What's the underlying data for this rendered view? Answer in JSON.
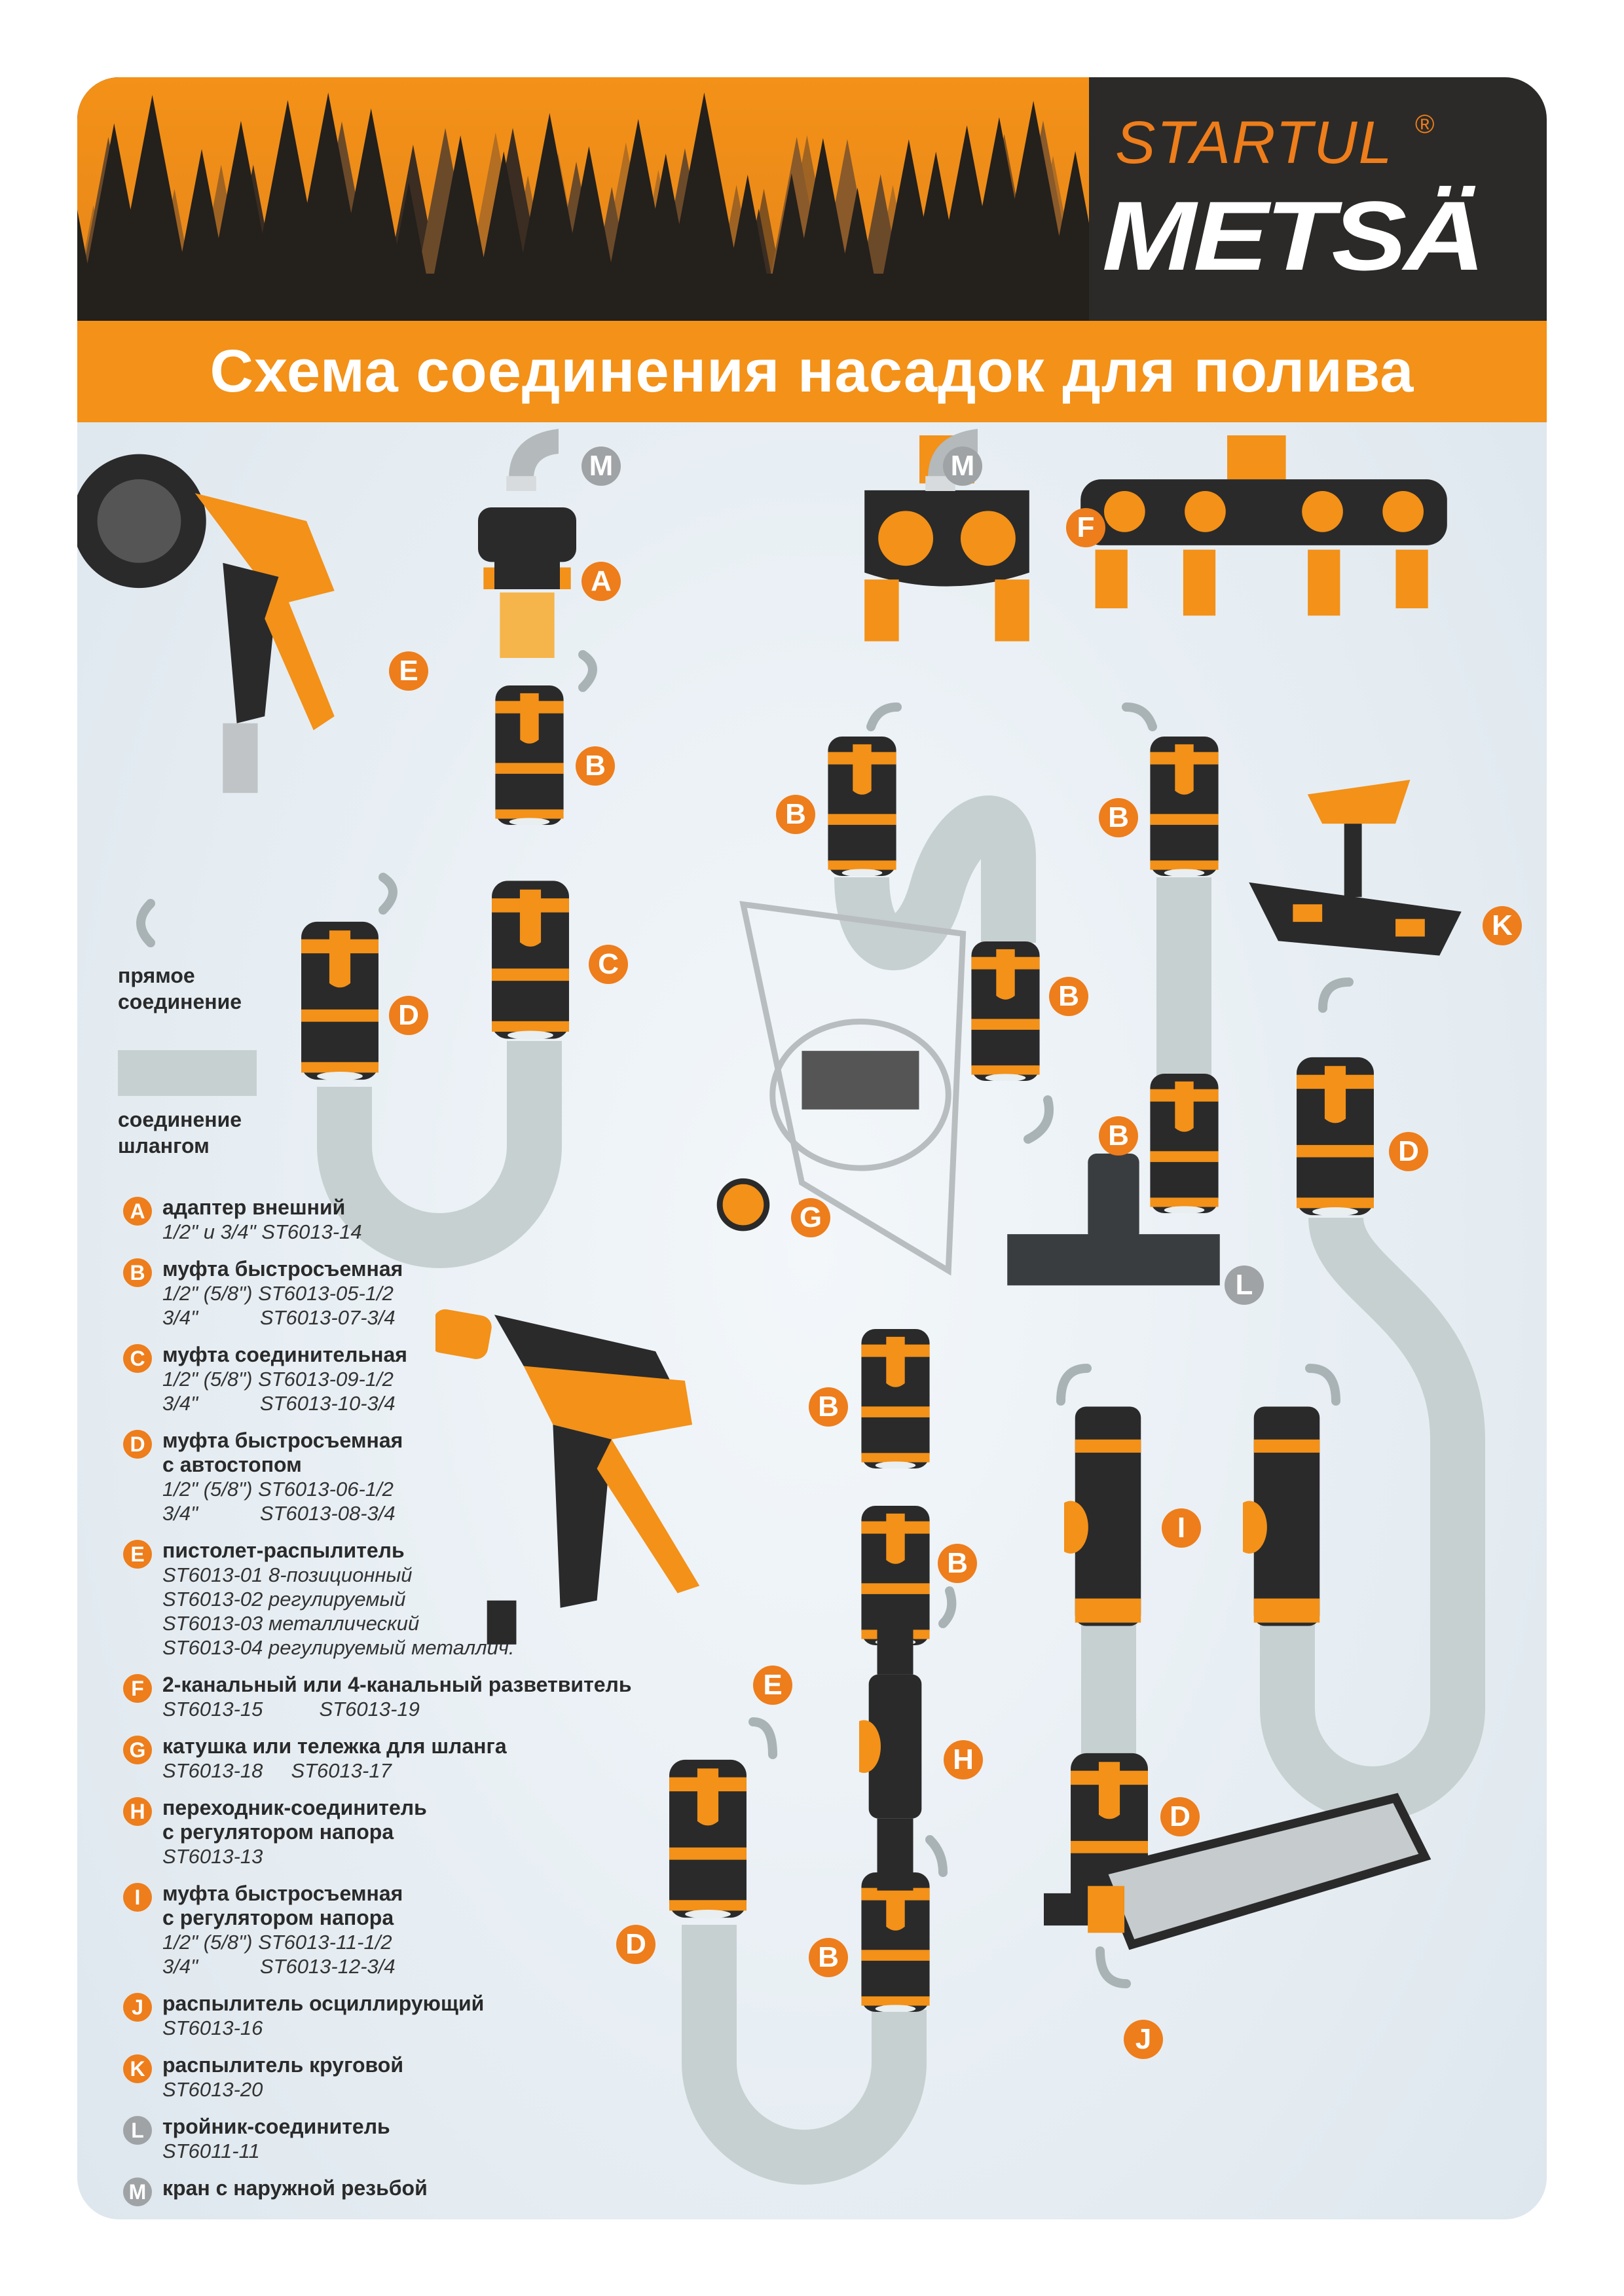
{
  "brand": {
    "line1": "STARTUL",
    "registered": "®",
    "line2": "METSÄ"
  },
  "title": "Схема соединения насадок для полива",
  "notes": {
    "direct": "прямое соединение",
    "hose": "соединение шлангом"
  },
  "colors": {
    "orange": "#f39118",
    "dark": "#2b2a28",
    "hose": "#c7d0d1",
    "badge_gray": "#9fa3a5"
  },
  "badges": {
    "A": "A",
    "B": "B",
    "C": "C",
    "D": "D",
    "E": "E",
    "F": "F",
    "G": "G",
    "H": "H",
    "I": "I",
    "J": "J",
    "K": "K",
    "L": "L",
    "M": "M"
  },
  "legend": [
    {
      "letter": "A",
      "title": "адаптер внешний",
      "sub": "1/2\" и 3/4\" ST6013-14"
    },
    {
      "letter": "B",
      "title": "муфта быстросъемная",
      "sub": "1/2\" (5/8\") ST6013-05-1/2\n3/4\"           ST6013-07-3/4"
    },
    {
      "letter": "C",
      "title": "муфта соединительная",
      "sub": "1/2\" (5/8\") ST6013-09-1/2\n3/4\"           ST6013-10-3/4"
    },
    {
      "letter": "D",
      "title": "муфта быстросъемная\nс автостопом",
      "sub": "1/2\" (5/8\") ST6013-06-1/2\n3/4\"           ST6013-08-3/4"
    },
    {
      "letter": "E",
      "title": "пистолет-распылитель",
      "sub": "ST6013-01 8-позиционный\nST6013-02 регулируемый\nST6013-03 металлический\nST6013-04 регулируемый металлич."
    },
    {
      "letter": "F",
      "title": "2-канальный или 4-канальный разветвитель",
      "sub": "ST6013-15          ST6013-19"
    },
    {
      "letter": "G",
      "title": "катушка или тележка для шланга",
      "sub": "ST6013-18     ST6013-17"
    },
    {
      "letter": "H",
      "title": "переходник-соединитель\nс регулятором напора",
      "sub": "ST6013-13"
    },
    {
      "letter": "I",
      "title": "муфта быстросъемная\nс регулятором напора",
      "sub": "1/2\" (5/8\") ST6013-11-1/2\n3/4\"           ST6013-12-3/4"
    },
    {
      "letter": "J",
      "title": "распылитель осциллирующий",
      "sub": "ST6013-16"
    },
    {
      "letter": "K",
      "title": "распылитель круговой",
      "sub": "ST6013-20"
    },
    {
      "letter": "L",
      "title": "тройник-соединитель",
      "sub": "ST6011-11"
    },
    {
      "letter": "M",
      "title": "кран с наружной резьбой",
      "sub": ""
    }
  ]
}
